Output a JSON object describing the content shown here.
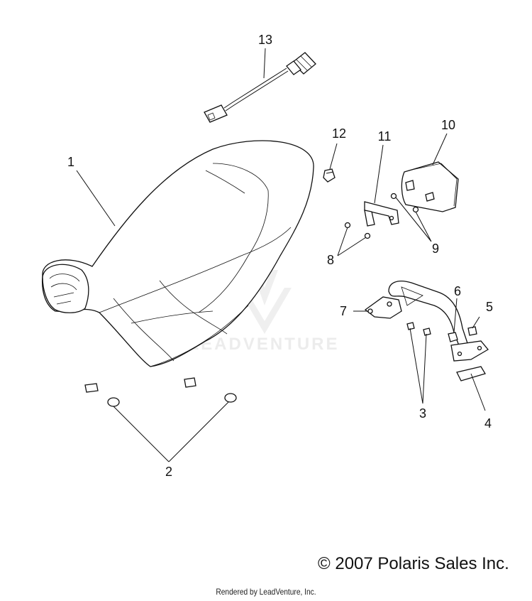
{
  "callouts": {
    "c1": "1",
    "c2": "2",
    "c3": "3",
    "c4": "4",
    "c5": "5",
    "c6": "6",
    "c7": "7",
    "c8": "8",
    "c9": "9",
    "c10": "10",
    "c11": "11",
    "c12": "12",
    "c13": "13"
  },
  "watermark": "LEADVENTURE",
  "copyright": "© 2007 Polaris Sales Inc.",
  "rendered_by": "Rendered by LeadVenture, Inc."
}
